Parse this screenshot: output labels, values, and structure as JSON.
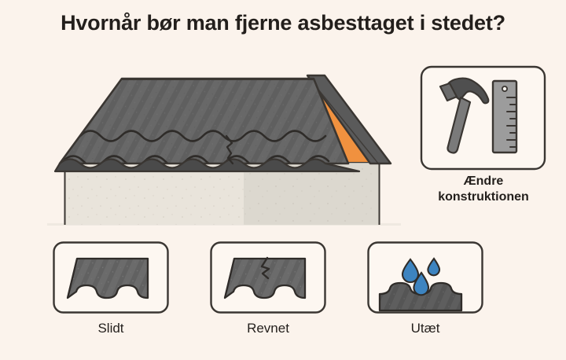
{
  "page": {
    "background_color": "#FBF3EC",
    "title": "Hvornår bør man fjerne asbesttaget i stedet?"
  },
  "palette": {
    "background": "#FBF3EC",
    "ink": "#231F1C",
    "outline": "#3A3632",
    "roof_dark": "#4D4D4D",
    "roof_mid": "#666666",
    "roof_light": "#6F6F6F",
    "wall_left": "#E9E4DB",
    "wall_right": "#DCD8CF",
    "accent_orange": "#F0913F",
    "water_blue": "#3D84C0",
    "metal_light": "#9C9C9C",
    "metal_mid": "#7A7A7A",
    "metal_dark": "#4F4F4F",
    "card_fill": "#FDF7F1"
  },
  "illustration": {
    "name": "house-with-asbestos-roof",
    "roof": {
      "name": "corrugated-asbestos-roof",
      "condition": "cracked"
    },
    "gable": {
      "name": "orange-gable-triangle",
      "color": "#F0913F"
    },
    "crack": {
      "name": "roof-crack",
      "visible": true
    },
    "walls": {
      "left": "#E9E4DB",
      "right": "#DCD8CF"
    }
  },
  "tool": {
    "icon_name": "hammer-and-ruler-icon",
    "label_line1": "Ændre",
    "label_line2": "konstruktionen"
  },
  "conditions": [
    {
      "id": "slidt",
      "label": "Slidt",
      "icon_name": "worn-roof-panel-icon",
      "description_visual": "corrugated panel, worn"
    },
    {
      "id": "revnet",
      "label": "Revnet",
      "icon_name": "cracked-roof-panel-icon",
      "description_visual": "corrugated panel with crack"
    },
    {
      "id": "utaet",
      "label": "Utæt",
      "icon_name": "leaking-roof-droplets-icon",
      "description_visual": "roof with three water drops"
    }
  ]
}
